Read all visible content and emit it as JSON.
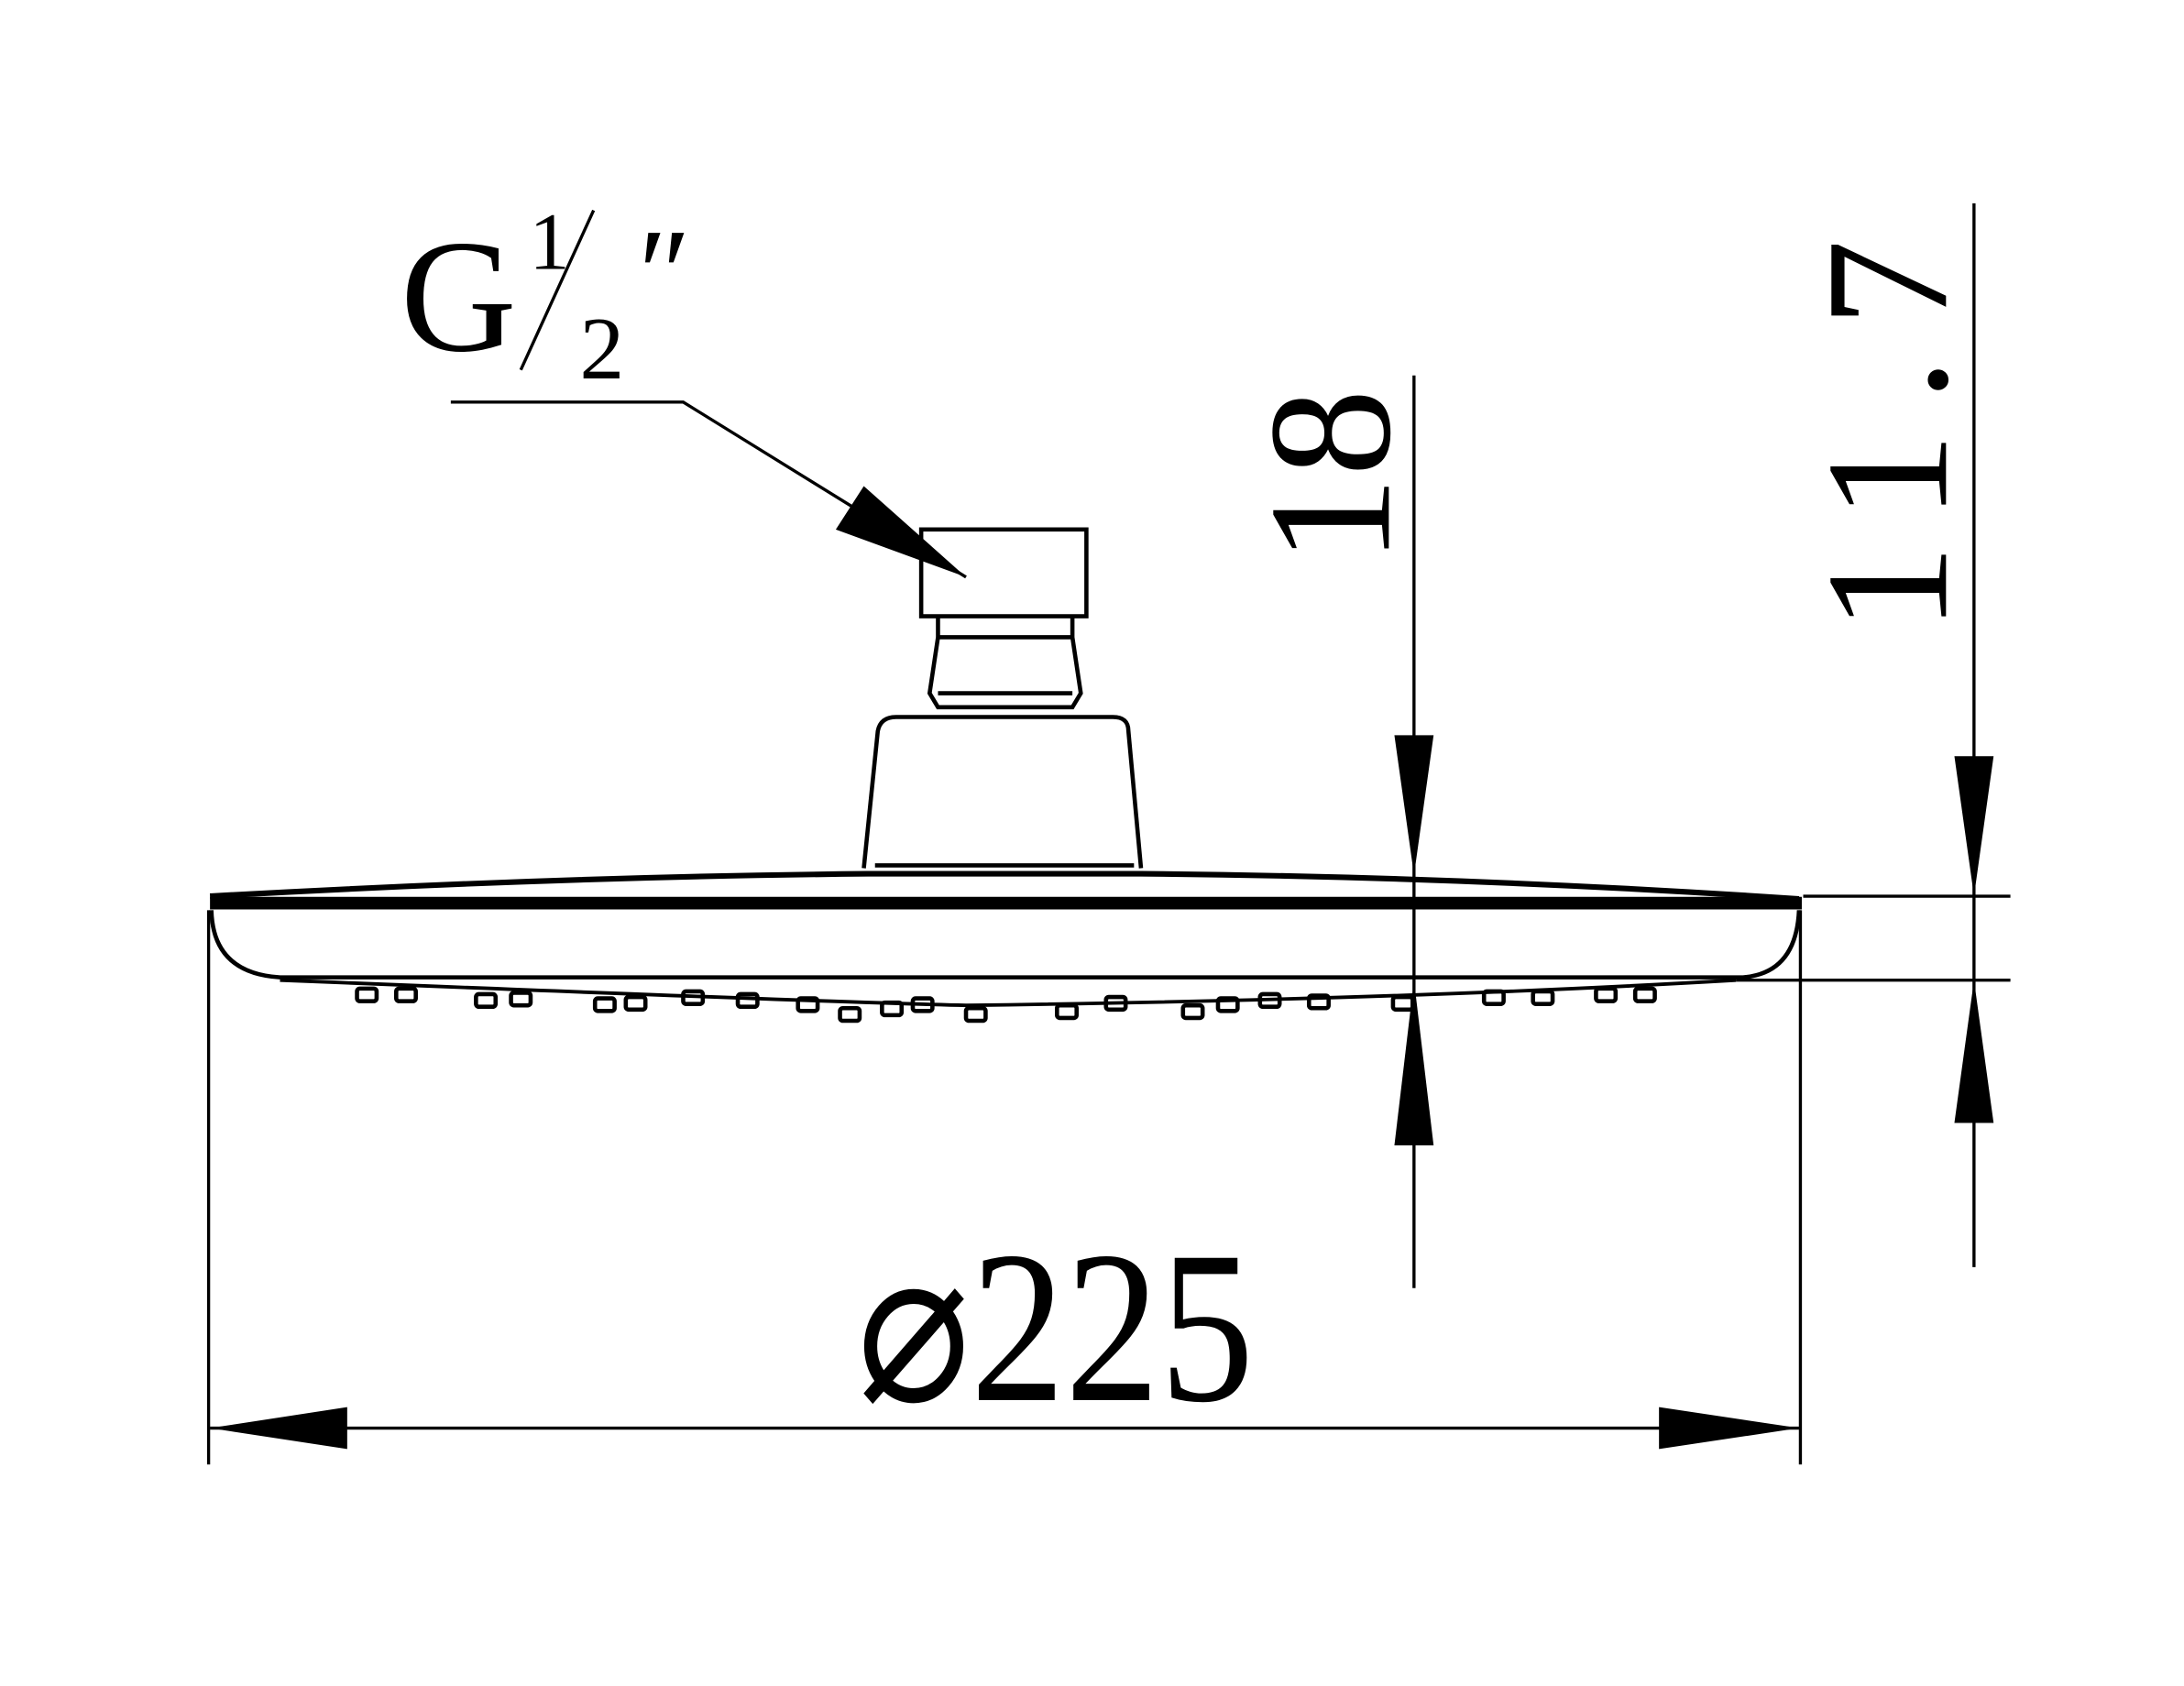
{
  "thread": {
    "letter": "G",
    "numerator": "1",
    "denominator": "2",
    "inch_mark": "″"
  },
  "dimensions": {
    "overall_height": "18",
    "head_thickness": "11.7",
    "diameter": "⌀225"
  }
}
